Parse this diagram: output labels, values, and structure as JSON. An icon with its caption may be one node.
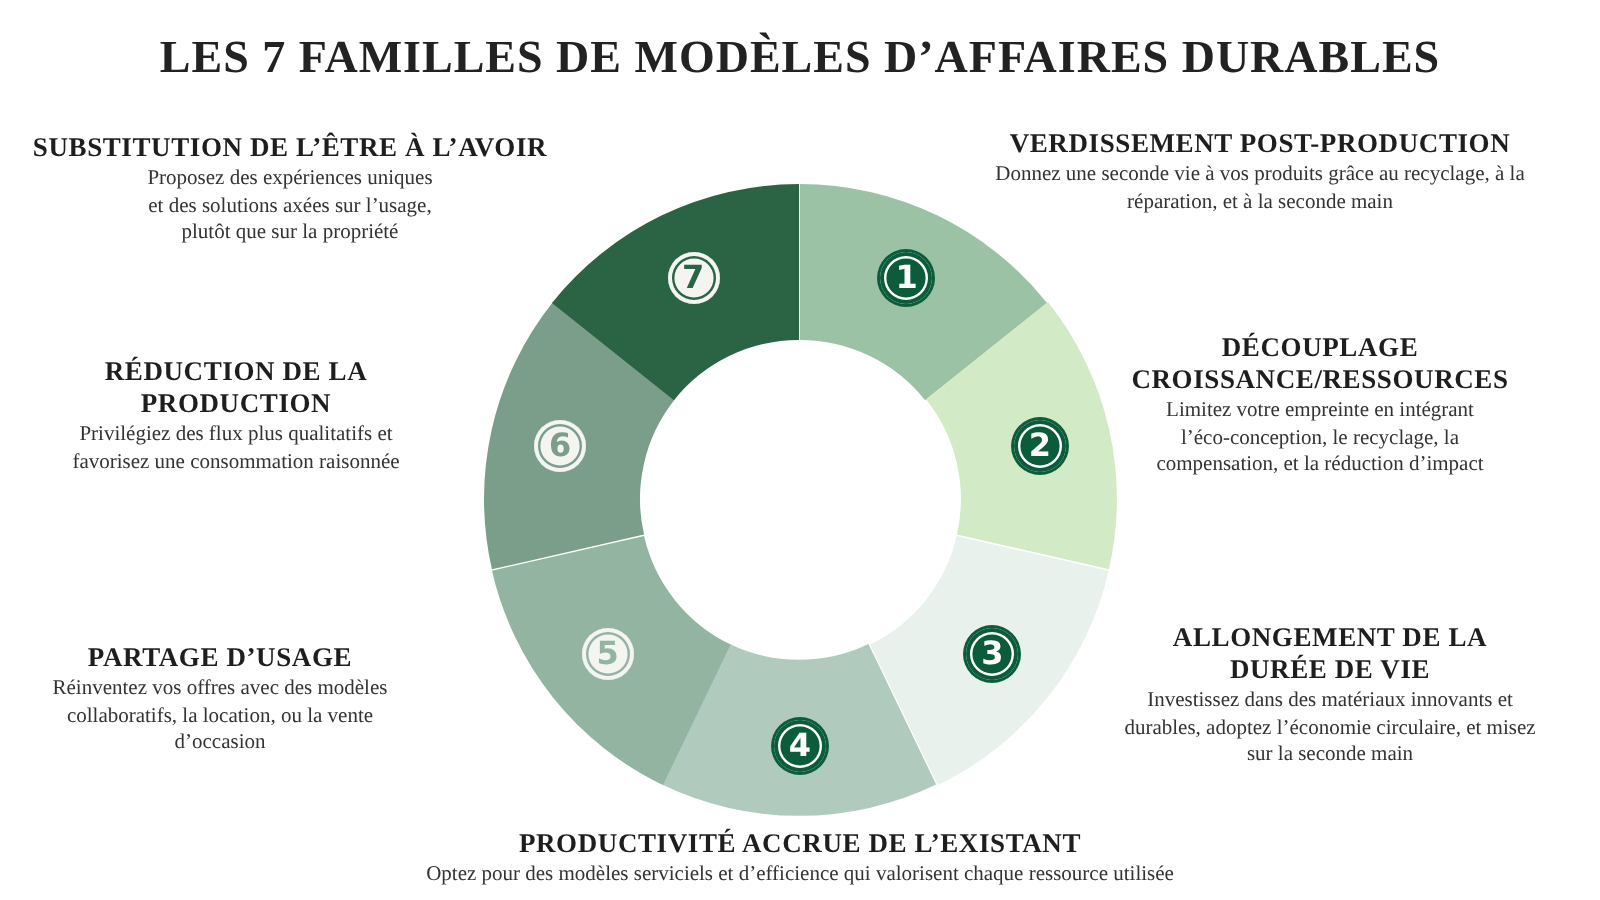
{
  "diagram": {
    "title": "LES 7 FAMILLES DE MODÈLES D’AFFAIRES DURABLES",
    "nodes": [
      {
        "text": [
          "1"
        ],
        "beside": [
          "VERDISSEMENT POST-PRODUCTION",
          "Donnez une seconde vie à vos produits grâce au recyclage, à la réparation, et à la seconde main"
        ]
      },
      {
        "text": [
          "2"
        ],
        "beside": [
          "DÉCOUPLAGE CROISSANCE/RESSOURCES",
          "Limitez votre empreinte en intégrant l’éco-conception, le recyclage, la compensation, et la réduction d’impact"
        ]
      },
      {
        "text": [
          "3"
        ],
        "beside": [
          "ALLONGEMENT DE LA DURÉE DE VIE",
          "Investissez dans des matériaux innovants et durables, adoptez l’économie circulaire, et misez sur la seconde main"
        ]
      },
      {
        "text": [
          "4"
        ],
        "beside": [
          "PRODUCTIVITÉ ACCRUE DE L’EXISTANT",
          "Optez pour des modèles serviciels et d’efficience qui valorisent chaque ressource utilisée"
        ]
      },
      {
        "text": [
          "5"
        ],
        "beside": [
          "PARTAGE D’USAGE",
          "Réinventez vos offres avec des modèles collaboratifs, la location, ou la vente d’occasion"
        ]
      },
      {
        "text": [
          "6"
        ],
        "beside": [
          "RÉDUCTION DE LA PRODUCTION",
          "Privilégiez des flux plus qualitatifs et favorisez une consommation raisonnée"
        ]
      },
      {
        "text": [
          "7"
        ],
        "beside": [
          "SUBSTITUTION DE L’ÊTRE À L’AVOIR",
          "Proposez des expériences uniques et des solutions axées sur l’usage, plutôt que sur la propriété"
        ]
      }
    ]
  }
}
